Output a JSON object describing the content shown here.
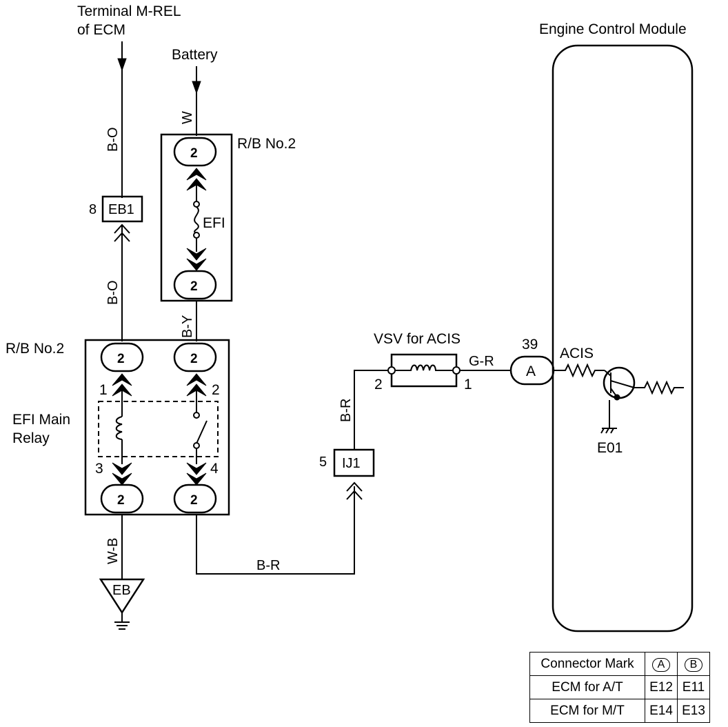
{
  "labels": {
    "terminal_line1": "Terminal M-REL",
    "terminal_line2": "of ECM",
    "battery": "Battery",
    "ecm_title": "Engine Control Module",
    "rb_upper": "R/B No.2",
    "rb_lower": "R/B No.2",
    "efi_fuse": "EFI",
    "efi_relay_line1": "EFI Main",
    "efi_relay_line2": "Relay",
    "vsv": "VSV for ACIS",
    "acis": "ACIS",
    "e01": "E01"
  },
  "wires": {
    "w_battery": "W",
    "bo_top": "B-O",
    "bo_mid": "B-O",
    "by": "B-Y",
    "wb": "W-B",
    "br_bottom": "B-R",
    "br_vertical": "B-R",
    "gr": "G-R"
  },
  "connectors": {
    "eb1": "EB1",
    "eb1_pin": "8",
    "ij1": "IJ1",
    "ij1_pin": "5",
    "eb_ground": "EB",
    "ecm_connector": "A",
    "ecm_pin": "39"
  },
  "relay_box_pins": {
    "fuse_top": "2",
    "fuse_bottom": "2",
    "relay_top_left": "2",
    "relay_top_right": "2",
    "relay_bottom_left": "2",
    "relay_bottom_right": "2",
    "relay_pin1": "1",
    "relay_pin2": "2",
    "relay_pin3": "3",
    "relay_pin4": "4"
  },
  "vsv_pins": {
    "left": "2",
    "right": "1"
  },
  "legend": {
    "header": "Connector Mark",
    "col_a": "A",
    "col_b": "B",
    "rows": [
      {
        "label": "ECM for A/T",
        "a": "E12",
        "b": "E11"
      },
      {
        "label": "ECM for M/T",
        "a": "E14",
        "b": "E13"
      }
    ]
  }
}
